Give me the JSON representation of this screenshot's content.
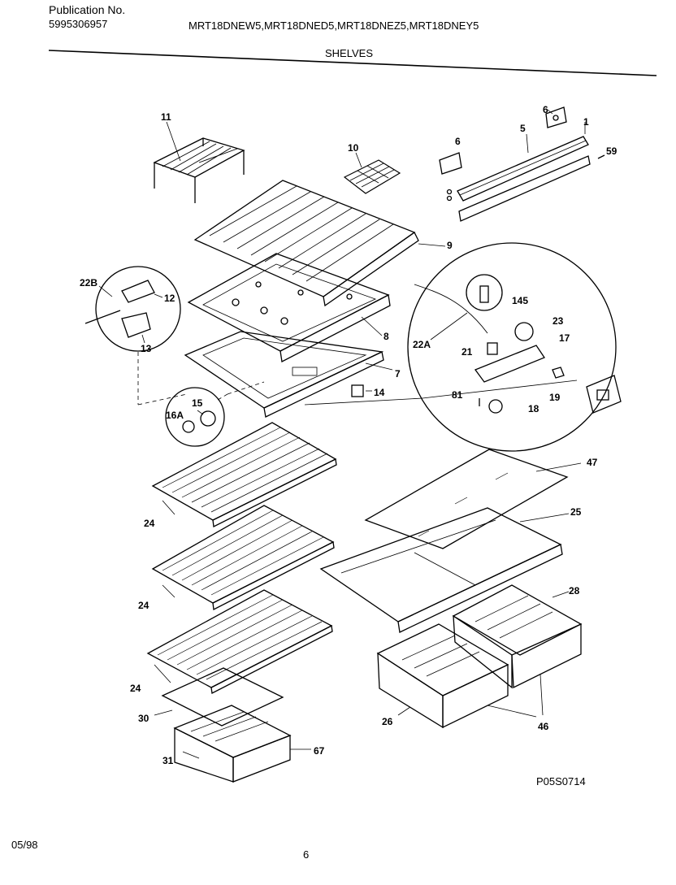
{
  "header": {
    "publication_label": "Publication No.",
    "publication_number": "5995306957",
    "models": "MRT18DNEW5,MRT18DNED5,MRT18DNEZ5,MRT18DNEY5",
    "section_title": "SHELVES"
  },
  "diagram": {
    "callouts": {
      "c1": "1",
      "c5": "5",
      "c6a": "6",
      "c6b": "6",
      "c59": "59",
      "c10": "10",
      "c11": "11",
      "c9": "9",
      "c22b": "22B",
      "c12": "12",
      "c13": "13",
      "c8": "8",
      "c7": "7",
      "c14": "14",
      "c15": "15",
      "c16a": "16A",
      "c145": "145",
      "c23": "23",
      "c22a": "22A",
      "c21": "21",
      "c17": "17",
      "c81": "81",
      "c18": "18",
      "c19": "19",
      "c47": "47",
      "c25": "25",
      "c24a": "24",
      "c24b": "24",
      "c24c": "24",
      "c28": "28",
      "c26a": "26",
      "c46": "46",
      "c30": "30",
      "c31": "31",
      "c67": "67"
    },
    "figure_code": "P05S0714"
  },
  "footer": {
    "date": "05/98",
    "page_number": "6"
  }
}
